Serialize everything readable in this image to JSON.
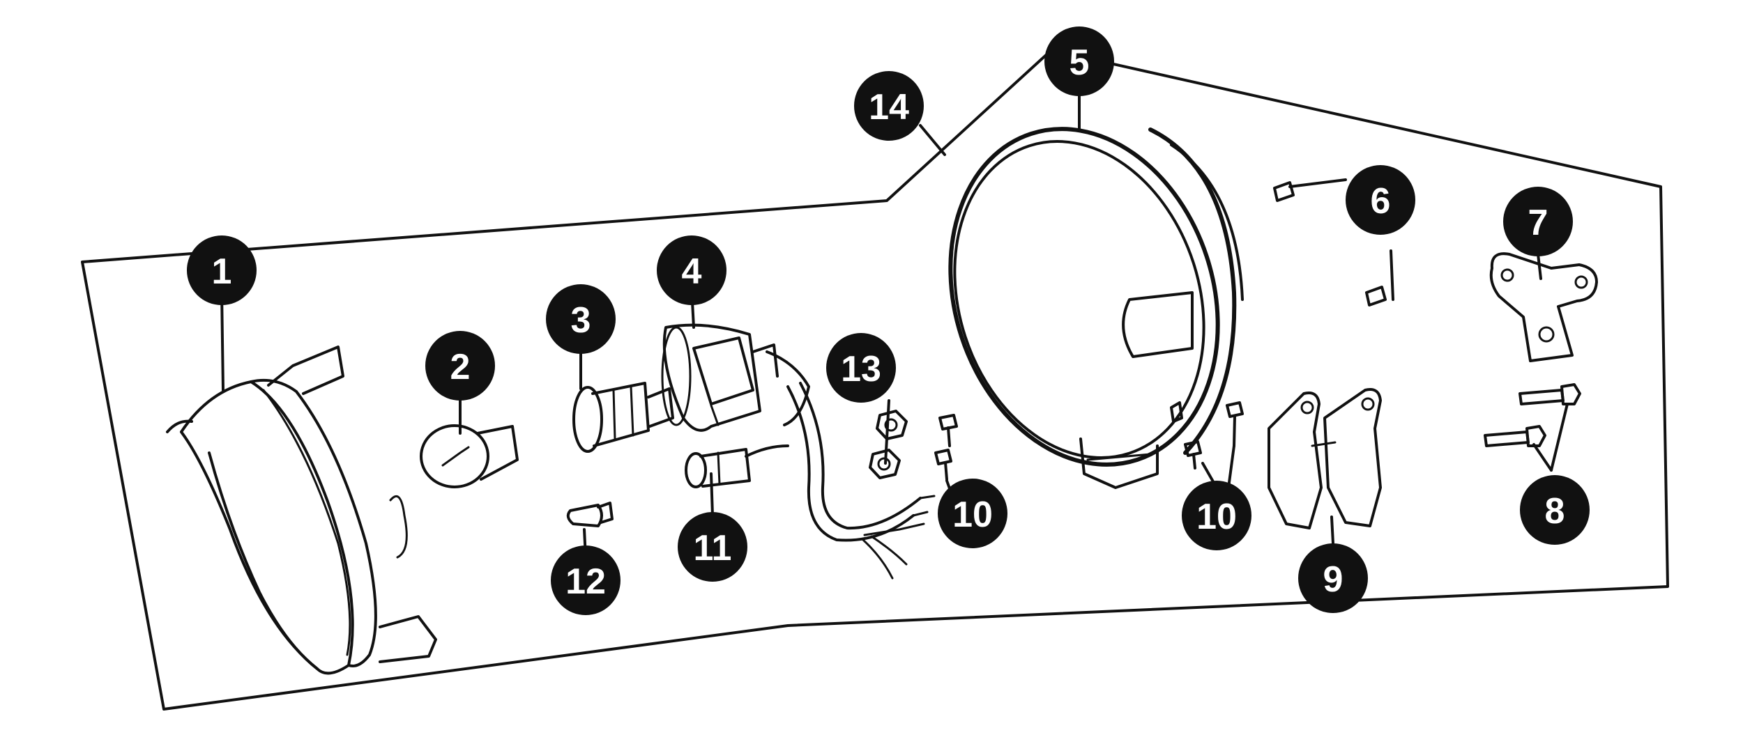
{
  "callouts": [
    {
      "id": "c1",
      "number": "1"
    },
    {
      "id": "c2",
      "number": "2"
    },
    {
      "id": "c3",
      "number": "3"
    },
    {
      "id": "c4",
      "number": "4"
    },
    {
      "id": "c5",
      "number": "5"
    },
    {
      "id": "c6",
      "number": "6"
    },
    {
      "id": "c7",
      "number": "7"
    },
    {
      "id": "c8",
      "number": "8"
    },
    {
      "id": "c9",
      "number": "9"
    },
    {
      "id": "c10a",
      "number": "10"
    },
    {
      "id": "c10b",
      "number": "10"
    },
    {
      "id": "c11",
      "number": "11"
    },
    {
      "id": "c12",
      "number": "12"
    },
    {
      "id": "c13",
      "number": "13"
    },
    {
      "id": "c14",
      "number": "14"
    }
  ]
}
